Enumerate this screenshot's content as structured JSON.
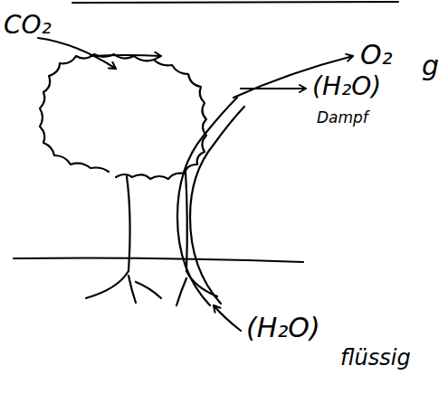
{
  "diagram": {
    "labels": [
      "CO₂",
      "O₂",
      "g",
      "(H₂O)",
      "Dampf",
      "(H₂O)",
      "flüssig"
    ]
  }
}
